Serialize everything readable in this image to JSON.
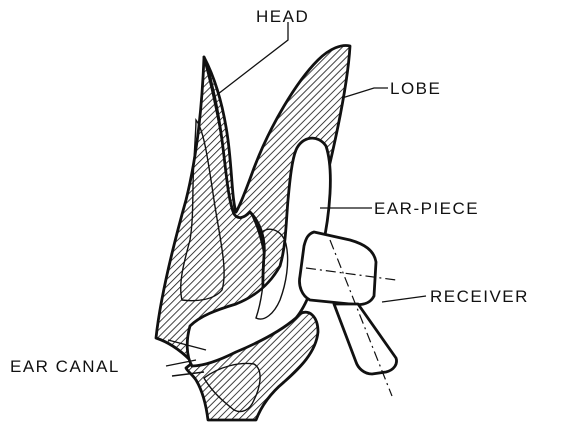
{
  "diagram": {
    "labels": {
      "head": "HEAD",
      "lobe": "LOBE",
      "ear_piece": "EAR-PIECE",
      "receiver": "RECEIVER",
      "ear_canal": "EAR CANAL"
    },
    "style": {
      "ink_color": "#111111",
      "paper_color": "#ffffff",
      "hatch_pattern": "diagonal-lines"
    }
  }
}
